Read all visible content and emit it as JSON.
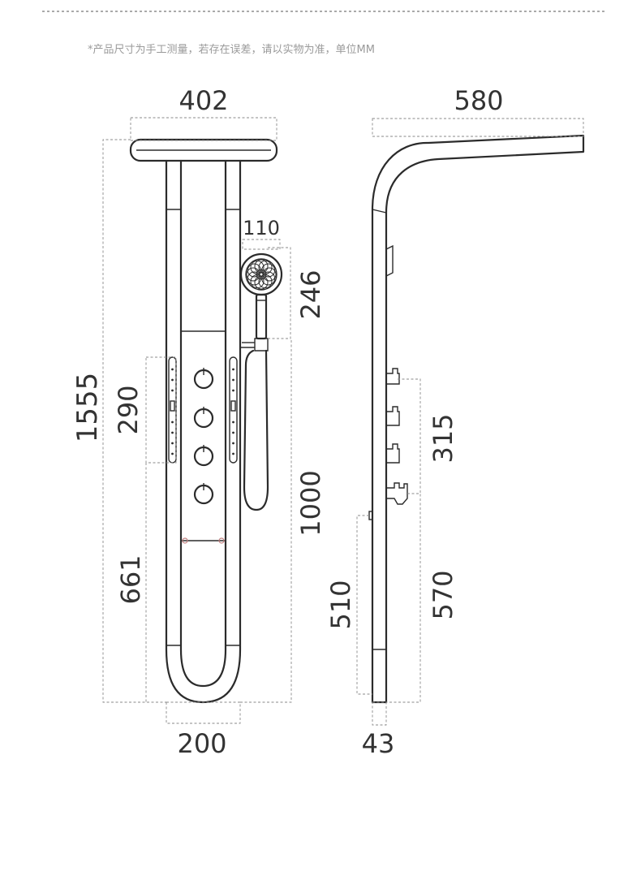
{
  "note": "*产品尺寸为手工测量，若存在误差，请以实物为准，单位MM",
  "front_view": {
    "width_head": "402",
    "height_total": "1555",
    "handshower_width": "110",
    "handshower_height": "246",
    "jet_zone": "290",
    "lower_zone": "661",
    "hose_length": "1000",
    "bottom_width": "200"
  },
  "side_view": {
    "arm_reach": "580",
    "valve_zone": "315",
    "lower_zone_right": "570",
    "lower_zone_left": "510",
    "depth": "43"
  }
}
